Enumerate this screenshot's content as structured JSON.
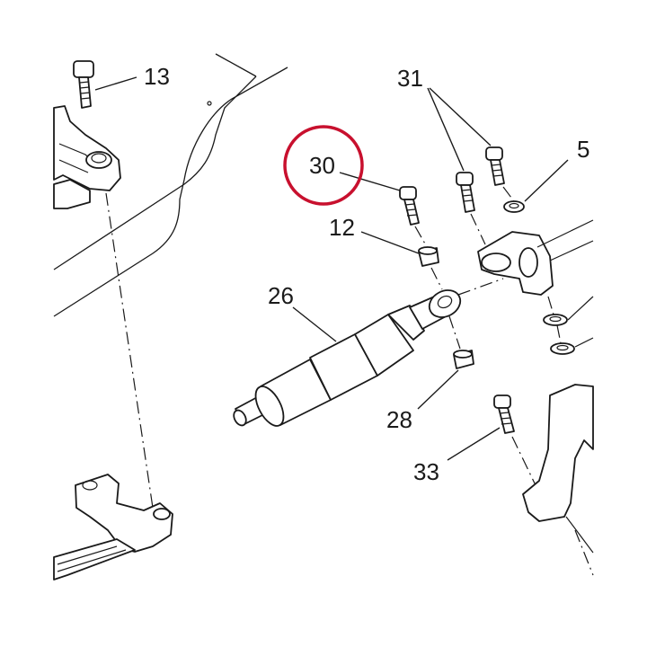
{
  "labels": {
    "p13": "13",
    "p30": "30",
    "p12": "12",
    "p31": "31",
    "p5": "5",
    "p26": "26",
    "p28": "28",
    "p33": "33"
  },
  "highlight": {
    "target": "30",
    "color": "#c8102e"
  }
}
